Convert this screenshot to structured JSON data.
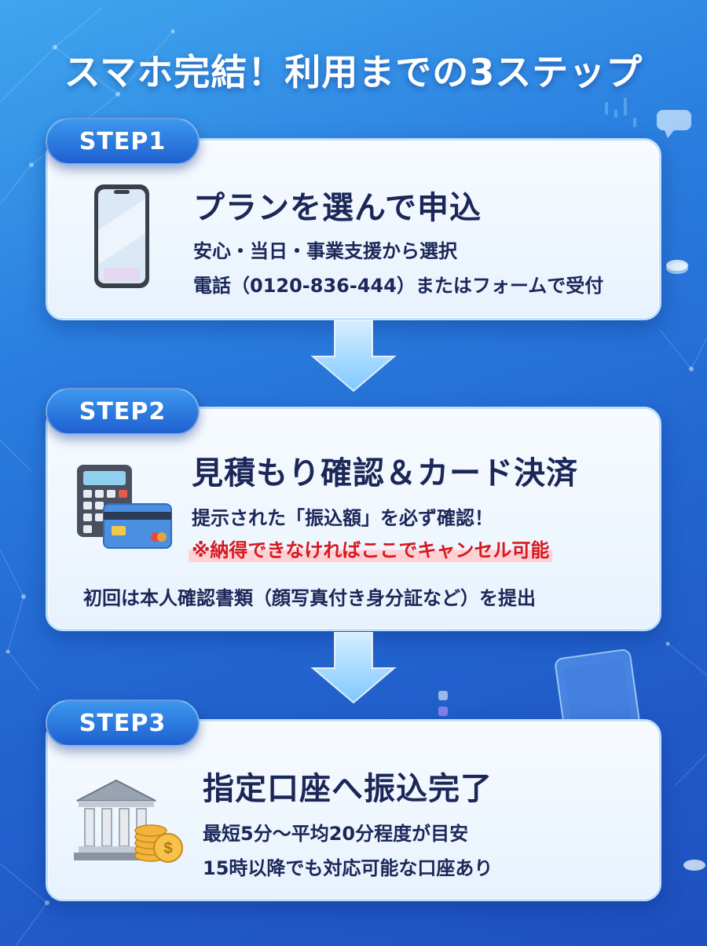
{
  "title": "スマホ完結！利用までの3ステップ",
  "steps": [
    {
      "badge": "STEP1",
      "heading": "プランを選んで申込",
      "lines": [
        "安心・当日・事業支援から選択",
        "電話（0120-836-444）またはフォームで受付"
      ]
    },
    {
      "badge": "STEP2",
      "heading": "見積もり確認＆カード決済",
      "lines": [
        "提示された「振込額」を必ず確認！"
      ],
      "warning": "※納得できなければここでキャンセル可能",
      "note": "初回は本人確認書類（顔写真付き身分証など）を提出"
    },
    {
      "badge": "STEP3",
      "heading": "指定口座へ振込完了",
      "lines": [
        "最短5分〜平均20分程度が目安",
        "15時以降でも対応可能な口座あり"
      ]
    }
  ],
  "icons": {
    "step1": "smartphone-icon",
    "step2": "calculator-and-credit-card-icon",
    "step3": "bank-with-coins-icon",
    "arrow": "down-arrow-icon"
  },
  "colors": {
    "background_top": "#3fa6ee",
    "background_bottom": "#1f4fbf",
    "badge": "#1f5fd0",
    "heading_text": "#1b2758",
    "warning_text": "#d7191f",
    "warning_highlight": "#ffd0d4"
  }
}
